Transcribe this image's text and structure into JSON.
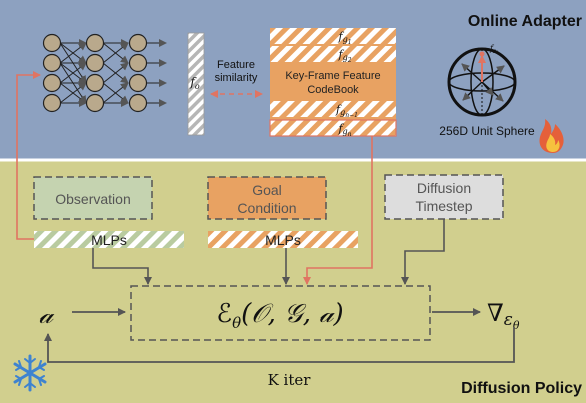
{
  "online_adapter": {
    "title": "Online Adapter",
    "fo_label": "f",
    "fo_sub": "o",
    "similarity_line1": "Feature",
    "similarity_line2": "similarity",
    "codebook": {
      "rows": [
        {
          "base": "f",
          "sub": "g",
          "subsub": "1"
        },
        {
          "base": "f",
          "sub": "g",
          "subsub": "2"
        },
        {
          "base": "f",
          "sub": "g",
          "subsub": "n−1"
        },
        {
          "base": "f",
          "sub": "g",
          "subsub": "n"
        }
      ],
      "label_line1": "Key-Frame Feature",
      "label_line2": "CodeBook"
    },
    "sphere_label": "256D Unit Sphere",
    "sphere_point_label": "f",
    "sphere_point_sub": "s₁",
    "flame_icon": "flame-icon"
  },
  "diffusion_policy": {
    "title": "Diffusion Policy",
    "inputs": [
      {
        "label": "Observation"
      },
      {
        "label_line1": "Goal",
        "label_line2": "Condition"
      },
      {
        "label_line1": "Diffusion",
        "label_line2": "Timestep"
      }
    ],
    "mlp_label": "MLPs",
    "action_symbol": "𝒶",
    "denoiser_expression": "ℰ",
    "denoiser_sub": "θ",
    "denoiser_args": "(𝒪, 𝒢, 𝒶)",
    "gradient_symbol": "∇",
    "gradient_base": "ε",
    "gradient_sub": "θ",
    "iteration_label": "K iter",
    "snowflake_icon": "snowflake-icon"
  },
  "colors": {
    "top_bg": "#8da1c0",
    "bottom_bg": "#d1cf8e",
    "orange": "#e8a262",
    "arrow_red": "#e07462",
    "observation_fill": "#c5d3b0",
    "timestep_fill": "#dddddd",
    "mlp_green": "#b9cba0",
    "snow_blue": "#3e83d0"
  }
}
